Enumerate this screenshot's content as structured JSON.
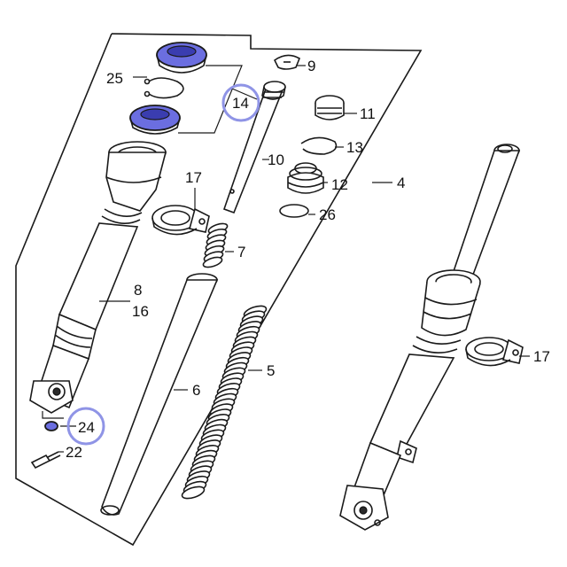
{
  "callouts": {
    "c4": "4",
    "c5": "5",
    "c6": "6",
    "c7": "7",
    "c8": "8",
    "c9": "9",
    "c10": "10",
    "c11": "11",
    "c12": "12",
    "c13": "13",
    "c14": "14",
    "c16": "16",
    "c17a": "17",
    "c17b": "17",
    "c22": "22",
    "c24": "24",
    "c25": "25",
    "c26": "26"
  },
  "highlighted_parts": [
    "14",
    "24"
  ],
  "colors": {
    "highlight_ring": "#8f94e6",
    "seal_fill": "#6b6ee0",
    "line_art": "#1a1a1a"
  }
}
